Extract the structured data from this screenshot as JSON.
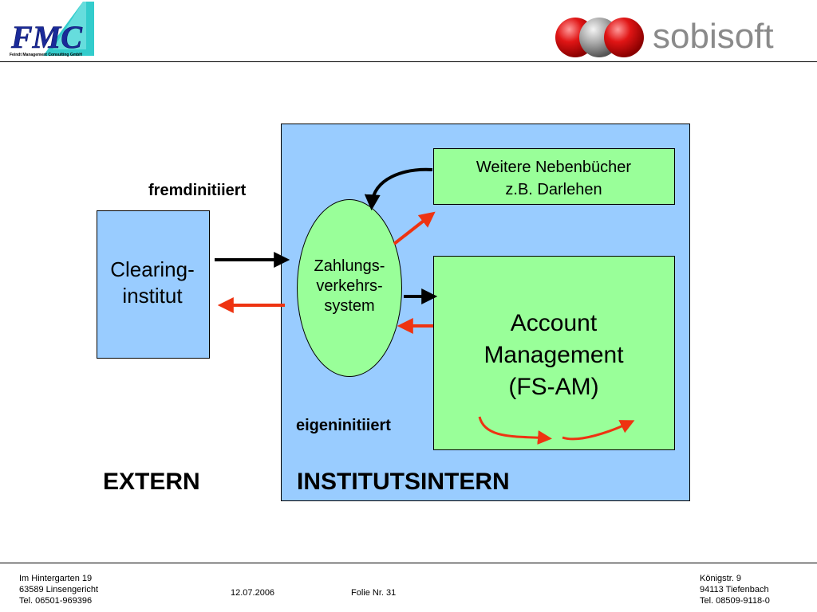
{
  "header": {
    "fmc_logo_text": "FMC",
    "fmc_tagline": "Feindt Management Consulting GmbH",
    "sobisoft_text": "sobisoft"
  },
  "diagram": {
    "clearing_label": "Clearing-\ninstitut",
    "zahlungsverkehr_label": "Zahlungs-\nverkehrs-\nsystem",
    "nebenbuecher_label": "Weitere Nebenbücher\nz.B. Darlehen",
    "account_management_label": "Account\nManagement\n(FS-AM)",
    "fremdinitiiert": "fremdinitiiert",
    "eigeninitiiert": "eigeninitiiert",
    "extern": "EXTERN",
    "institutsintern": "INSTITUTSINTERN"
  },
  "colors": {
    "panel_blue": "#99ccff",
    "box_green": "#99ff99",
    "arrow_red": "#ee3311",
    "arrow_black": "#000000"
  },
  "footer": {
    "left_address": "Im Hintergarten 19\n63589 Linsengericht\nTel. 06501-969396",
    "date": "12.07.2006",
    "slide": "Folie Nr. 31",
    "right_address": "Königstr. 9\n94113 Tiefenbach\nTel. 08509-9118-0"
  }
}
